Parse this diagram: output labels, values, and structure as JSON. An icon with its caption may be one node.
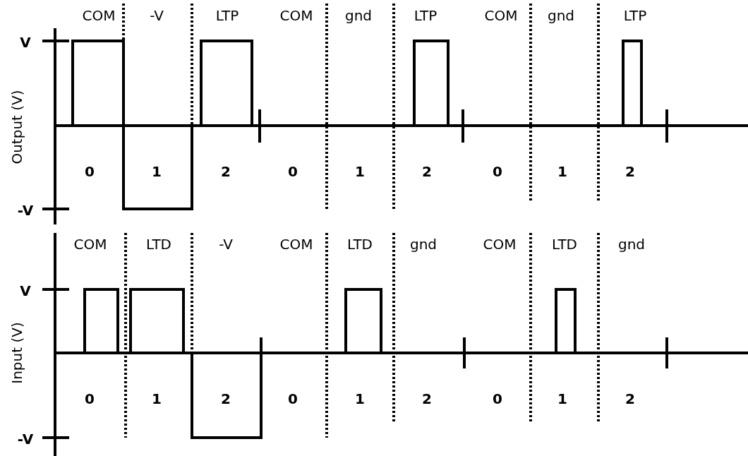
{
  "diagram": {
    "labels": [
      "COM",
      "-V",
      "LTP",
      "COM",
      "gnd",
      "LTP",
      "COM",
      "gnd",
      "LTP",
      "V",
      "Output (V)",
      "0",
      "1",
      "2",
      "0",
      "1",
      "2",
      "0",
      "1",
      "2",
      "-V",
      "COM",
      "LTD",
      "-V",
      "COM",
      "LTD",
      "gnd",
      "COM",
      "LTD",
      "gnd",
      "V",
      "Input (V)",
      "0",
      "1",
      "2",
      "0",
      "1",
      "2",
      "0",
      "1",
      "2",
      "-V"
    ]
  }
}
